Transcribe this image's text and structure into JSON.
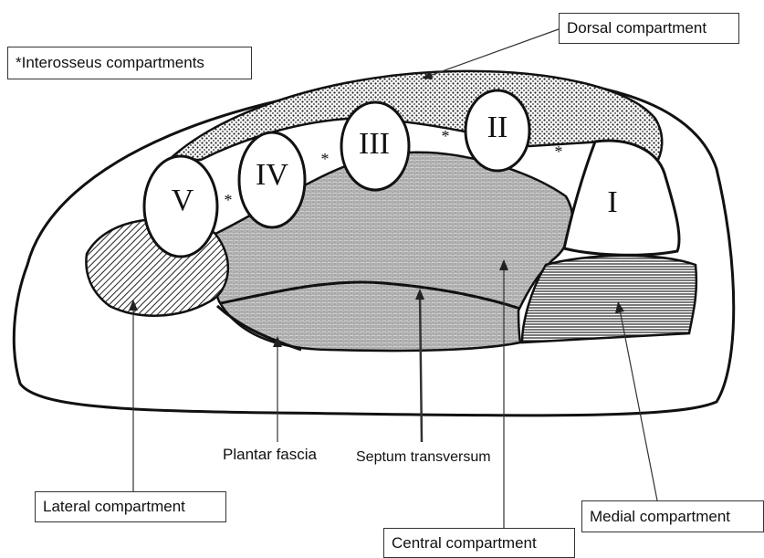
{
  "labels": {
    "dorsal": "Dorsal compartment",
    "interosseus": "*Interosseus compartments",
    "plantar_fascia": "Plantar fascia",
    "septum": "Septum transversum",
    "lateral": "Lateral compartment",
    "central": "Central compartment",
    "medial": "Medial compartment"
  },
  "bones": {
    "I": "I",
    "II": "II",
    "III": "III",
    "IV": "IV",
    "V": "V"
  },
  "interosseus_marker": "*"
}
